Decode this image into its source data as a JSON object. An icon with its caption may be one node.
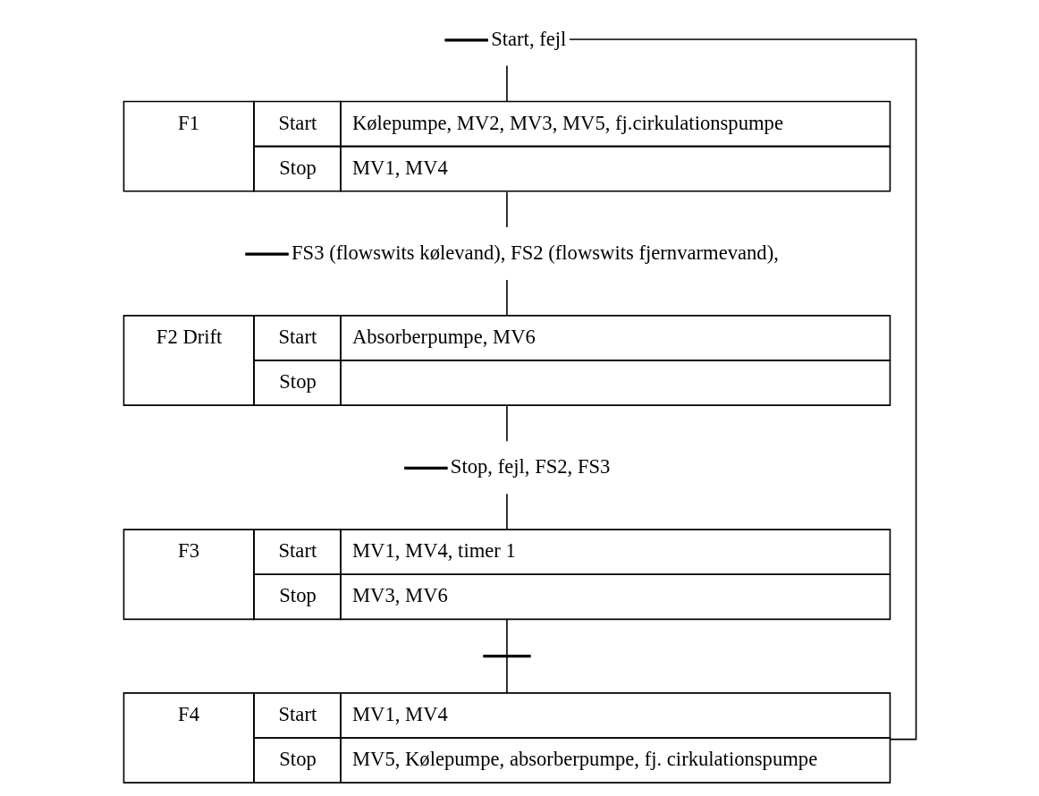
{
  "diagram": {
    "nodes": [
      {
        "text": [
          "Start, fejl"
        ]
      },
      {
        "text": [
          "F1",
          "Start",
          "Kølepumpe, MV2, MV3, MV5, fj.cirkulationspumpe",
          "Stop",
          "MV1, MV4"
        ]
      },
      {
        "text": [
          "FS3 (flowswits kølevand), FS2 (flowswits fjernvarmevand),"
        ]
      },
      {
        "text": [
          "F2 Drift",
          "Start",
          "Absorberpumpe, MV6",
          "Stop"
        ]
      },
      {
        "text": [
          "Stop, fejl, FS2, FS3"
        ]
      },
      {
        "text": [
          "F3",
          "Start",
          "MV1, MV4, timer 1",
          "Stop",
          "MV3, MV6"
        ]
      },
      {
        "text": [],
        "shape": "bar"
      },
      {
        "text": [
          "F4",
          "Start",
          "MV1, MV4",
          "Stop",
          "MV5, Kølepumpe, absorberpumpe, fj. cirkulationspumpe"
        ]
      }
    ],
    "edges": [
      {
        "from": 0,
        "to": 1,
        "arrow": "none"
      },
      {
        "from": 1,
        "to": 2,
        "arrow": "none"
      },
      {
        "from": 2,
        "to": 3,
        "arrow": "none"
      },
      {
        "from": 3,
        "to": 4,
        "arrow": "none"
      },
      {
        "from": 4,
        "to": 5,
        "arrow": "none"
      },
      {
        "from": 5,
        "to": 6,
        "arrow": "none"
      },
      {
        "from": 6,
        "to": 7,
        "arrow": "none"
      },
      {
        "from": 7,
        "to": 0,
        "arrow": "none"
      }
    ]
  }
}
